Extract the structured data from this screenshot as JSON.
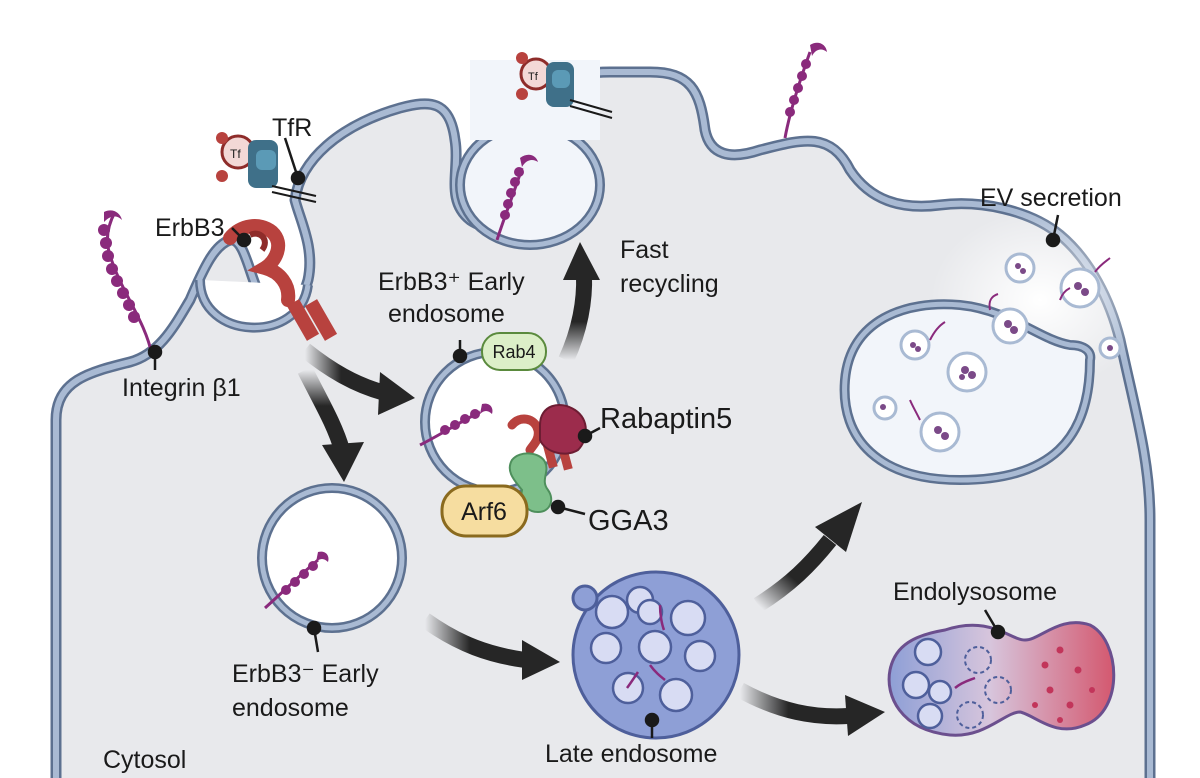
{
  "labels": {
    "tfr": "TfR",
    "tf": "Tf",
    "erbb3": "ErbB3",
    "integrin": "Integrin β1",
    "erbb3_pos_line1": "ErbB3⁺ Early",
    "erbb3_pos_line2": "endosome",
    "rab4": "Rab4",
    "fast_line1": "Fast",
    "fast_line2": "recycling",
    "rabaptin": "Rabaptin5",
    "arf6": "Arf6",
    "gga3": "GGA3",
    "erbb3_neg_line1": "ErbB3⁻ Early",
    "erbb3_neg_line2": "endosome",
    "late": "Late endosome",
    "endolysosome": "Endolysosome",
    "ev": "EV secretion",
    "cytosol": "Cytosol"
  },
  "colors": {
    "membrane": "#9fb3cf",
    "membrane_edge": "#5d7190",
    "cytosol": "#e8e9ec",
    "arrow": "#262626",
    "integrin": "#8a2a7c",
    "erbb3": "#b8423e",
    "rab_green": "#dcefc8",
    "arf_yellow": "#f6dda0",
    "gga_green": "#7dbf8a",
    "rabaptin": "#9c2c4c",
    "late_endo": "#8e9fd6"
  }
}
